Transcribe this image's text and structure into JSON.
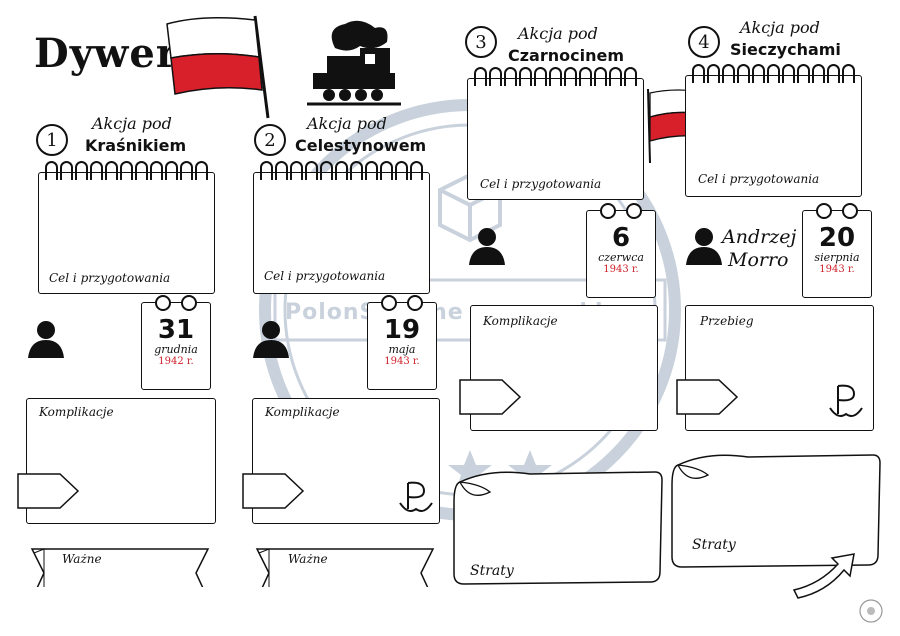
{
  "title": "Dywersja",
  "watermark": "PolonStyczne rozgrywki",
  "actions": [
    {
      "number": "1",
      "line1": "Akcja pod",
      "line2": "Kraśnikiem",
      "goal_label": "Cel i przygotowania",
      "day": "31",
      "month": "grudnia",
      "year": "1942 r.",
      "complication_label": "Komplikacje",
      "important_label": "Ważne"
    },
    {
      "number": "2",
      "line1": "Akcja pod",
      "line2": "Celestynowem",
      "goal_label": "Cel i przygotowania",
      "day": "19",
      "month": "maja",
      "year": "1943 r.",
      "complication_label": "Komplikacje",
      "important_label": "Ważne"
    },
    {
      "number": "3",
      "line1": "Akcja pod",
      "line2": "Czarnocinem",
      "goal_label": "Cel i przygotowania",
      "day": "6",
      "month": "czerwca",
      "year": "1943 r.",
      "complication_label": "Komplikacje",
      "losses_label": "Straty"
    },
    {
      "number": "4",
      "line1": "Akcja pod",
      "line2": "Sieczychami",
      "goal_label": "Cel i przygotowania",
      "day": "20",
      "month": "sierpnia",
      "year": "1943 r.",
      "course_label": "Przebieg",
      "losses_label": "Straty",
      "author_line1": "Andrzej",
      "author_line2": "Morro"
    }
  ],
  "colors": {
    "flag_red": "#d8202a",
    "watermark": "#c9d2dc",
    "ink": "#111111"
  },
  "icons": [
    "poland-flag-icon",
    "locomotive-icon",
    "person-silhouette-icon",
    "fighting-poland-anchor-icon",
    "dice-icon",
    "star-icon",
    "arrow-icon"
  ]
}
